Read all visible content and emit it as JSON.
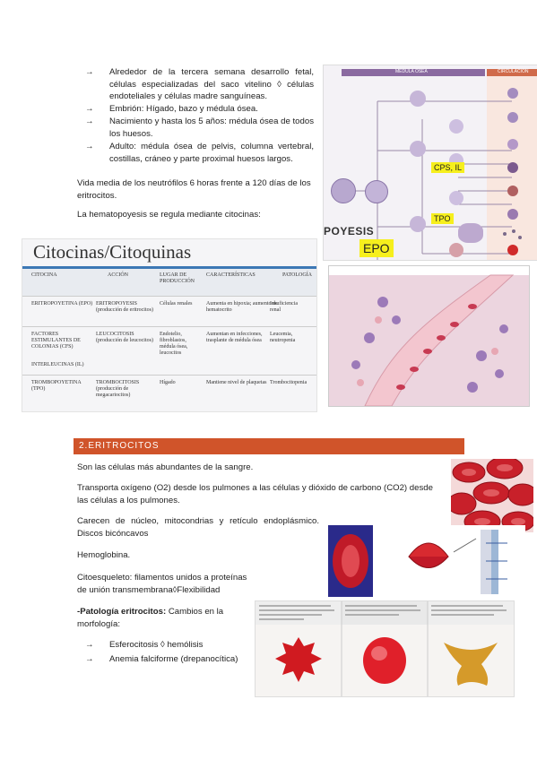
{
  "top_bullets": [
    {
      "arrow": "→",
      "text": "Alrededor de la tercera semana desarrollo fetal, células especializadas del saco vitelino ◊ células endoteliales y células madre sanguíneas."
    },
    {
      "arrow": "→",
      "text": "Embrión: Hígado, bazo y médula ósea."
    },
    {
      "arrow": "→",
      "text": "Nacimiento y hasta los 5 años: médula ósea de todos los huesos."
    },
    {
      "arrow": "→",
      "text": "Adulto: médula ósea de pelvis, columna vertebral, costillas, cráneo y parte proximal huesos largos."
    }
  ],
  "paragraph_vida": "Vida media de los neutrófilos 6 horas frente a 120 días de los eritrocitos.",
  "paragraph_regula": "La hematopoyesis se regula mediante citocinas:",
  "hemato_figure": {
    "header_left": "MÉDULA ÓSEA",
    "header_right": "CIRCULACIÓN",
    "label_cps": "CPS, IL",
    "label_tpo": "TPO",
    "label_epo": "EPO",
    "label_poyesis": "POYESIS"
  },
  "citocinas_table": {
    "title": "Citocinas/Citoquinas",
    "headers": [
      "CITOCINA",
      "ACCIÓN",
      "LUGAR DE PRODUCCIÓN",
      "CARACTERÍSTICAS",
      "PATOLOGÍA"
    ],
    "rows": [
      [
        "ERITROPOYETINA (EPO)",
        "ERITROPOYESIS (producción de eritrocitos)",
        "Células renales",
        "Aumenta en hipoxia; aumento de hematocrito",
        "Insuficiencia renal"
      ],
      [
        "FACTORES ESTIMULANTES DE COLONIAS (CFS)",
        "LEUCOCITOSIS (producción de leucocitos)",
        "Endotelio, fibroblastos, médula ósea, leucocitos",
        "Aumentan en infecciones, trasplante de médula ósea",
        "Leucemia, neutropenia"
      ],
      [
        "INTERLEUCINAS (IL)",
        "",
        "",
        "",
        ""
      ],
      [
        "TROMBOPOYETINA (TPO)",
        "TROMBOCITOSIS (producción de megacariocitos)",
        "Hígado",
        "Mantiene nivel de plaquetas",
        "Trombocitopenia"
      ]
    ]
  },
  "section_header": "2.ERITROCITOS",
  "eritrocitos": {
    "p1": "Son las células más abundantes de la sangre.",
    "p2": "Transporta oxígeno (O2) desde los pulmones a las células y dióxido de carbono (CO2) desde las células a los pulmones.",
    "p3": "Carecen de núcleo, mitocondrias y retículo endoplásmico. Discos bicóncavos",
    "p4": "Hemoglobina.",
    "p5": "Citoesqueleto: filamentos unidos a proteínas de unión transmembrana◊Flexibilidad",
    "p6_bold": "-Patología eritrocitos:",
    "p6_rest": " Cambios en la morfología:",
    "bullets": [
      {
        "arrow": "→",
        "text": "Esferocitosis ◊ hemólisis"
      },
      {
        "arrow": "→",
        "text": "Anemia falciforme (drepanocítica)"
      }
    ]
  },
  "colors": {
    "section_bg": "#d0542a",
    "highlight": "#f6ef1d",
    "table_bar": "#3d78b5",
    "rbc": "#c8202a"
  }
}
